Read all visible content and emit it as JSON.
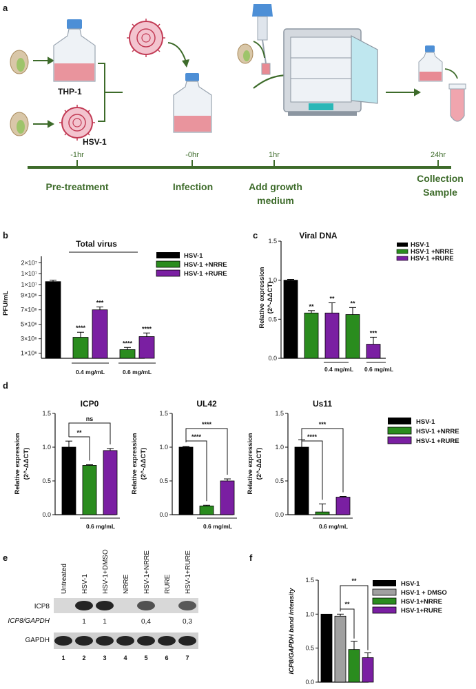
{
  "colors": {
    "hsv1": "#000000",
    "dmso": "#a0a0a0",
    "nrre": "#2a8c1e",
    "rure": "#7a1fa2",
    "timeline": "#3d6b2a",
    "flask_cap": "#4d8fd6",
    "virus": "#c23b55"
  },
  "panel_a": {
    "letter": "a",
    "cell_labels": [
      "THP-1",
      "HSV-1"
    ],
    "time_points": [
      "-1hr",
      "-0hr",
      "1hr",
      "24hr"
    ],
    "stages": [
      "Pre-treatment",
      "Infection",
      "Add growth",
      "medium",
      "Collection",
      "Sample"
    ],
    "icons": [
      "pistachio-icon",
      "flask-icon",
      "virus-icon",
      "pipette-icon",
      "incubator-icon",
      "tube-icon"
    ]
  },
  "legend": {
    "hsv1": "HSV-1",
    "nrre": "HSV-1 +NRRE",
    "rure": "HSV-1 +RURE",
    "nrre_f": "HSV-1+NRRE",
    "rure_f": "HSV-1+RURE",
    "dmso_f": "HSV-1 + DMSO"
  },
  "chart_data": [
    {
      "panel": "b",
      "type": "bar",
      "title": "Total virus",
      "ylabel": "PFU/mL",
      "ylim": [
        0,
        20000000
      ],
      "ytick_labels": [
        "1×10⁶",
        "3×10⁶",
        "5×10⁶",
        "7×10⁶",
        "9×10⁶",
        "1×10⁷",
        "1×10⁷",
        "2×10⁷"
      ],
      "groups": [
        "0.4 mg/mL",
        "0.6 mg/mL"
      ],
      "bars": [
        {
          "series": "HSV-1",
          "value": 10.9,
          "error": 0.2,
          "sig": ""
        },
        {
          "series": "HSV-1 +NRRE",
          "value": 3.2,
          "error": 0.7,
          "sig": "****"
        },
        {
          "series": "HSV-1 +RURE",
          "value": 7.0,
          "error": 0.4,
          "sig": "***"
        },
        {
          "series": "HSV-1 +NRRE",
          "value": 1.5,
          "error": 0.3,
          "sig": "****"
        },
        {
          "series": "HSV-1 +RURE",
          "value": 3.3,
          "error": 0.5,
          "sig": "****"
        }
      ]
    },
    {
      "panel": "c",
      "type": "bar",
      "title": "Viral DNA",
      "ylabel": "Relative expression",
      "ylabel2": "(2^-ΔΔCT)",
      "ylim": [
        0,
        1.5
      ],
      "yticks": [
        "0.0",
        "0.5",
        "1.0",
        "1.5"
      ],
      "groups": [
        "0.4 mg/mL",
        "0.6 mg/mL"
      ],
      "bars": [
        {
          "series": "HSV-1",
          "value": 1.0,
          "error": 0.01,
          "sig": ""
        },
        {
          "series": "HSV-1 +NRRE",
          "value": 0.58,
          "error": 0.03,
          "sig": "**"
        },
        {
          "series": "HSV-1 +RURE",
          "value": 0.58,
          "error": 0.13,
          "sig": "**"
        },
        {
          "series": "HSV-1 +NRRE",
          "value": 0.56,
          "error": 0.09,
          "sig": "**"
        },
        {
          "series": "HSV-1 +RURE",
          "value": 0.18,
          "error": 0.09,
          "sig": "***"
        }
      ]
    },
    {
      "panel": "d",
      "type": "bar",
      "title": "ICP0",
      "ylabel": "Relative expression",
      "ylabel2": "(2^-ΔΔCT)",
      "ylim": [
        0,
        1.5
      ],
      "yticks": [
        "0.0",
        "0.5",
        "1.0",
        "1.5"
      ],
      "group": "0.6 mg/mL",
      "bars": [
        {
          "series": "HSV-1",
          "value": 1.0,
          "error": 0.09
        },
        {
          "series": "HSV-1 +NRRE",
          "value": 0.73,
          "error": 0.01
        },
        {
          "series": "HSV-1 +RURE",
          "value": 0.95,
          "error": 0.03
        }
      ],
      "brackets": [
        {
          "from": 0,
          "to": 1,
          "label": "**"
        },
        {
          "from": 0,
          "to": 2,
          "label": "ns"
        }
      ]
    },
    {
      "panel": "d",
      "type": "bar",
      "title": "UL42",
      "ylabel": "Relative expression",
      "ylabel2": "(2^-ΔΔCT)",
      "ylim": [
        0,
        1.5
      ],
      "yticks": [
        "0.0",
        "0.5",
        "1.0",
        "1.5"
      ],
      "group": "0.6 mg/mL",
      "bars": [
        {
          "series": "HSV-1",
          "value": 1.0,
          "error": 0.01
        },
        {
          "series": "HSV-1 +NRRE",
          "value": 0.13,
          "error": 0.01
        },
        {
          "series": "HSV-1 +RURE",
          "value": 0.5,
          "error": 0.03
        }
      ],
      "brackets": [
        {
          "from": 0,
          "to": 1,
          "label": "****"
        },
        {
          "from": 0,
          "to": 2,
          "label": "****"
        }
      ]
    },
    {
      "panel": "d",
      "type": "bar",
      "title": "Us11",
      "ylabel": "Relative expression",
      "ylabel2": "(2^-ΔΔCT)",
      "ylim": [
        0,
        1.5
      ],
      "yticks": [
        "0.0",
        "0.5",
        "1.0",
        "1.5"
      ],
      "group": "0.6 mg/mL",
      "bars": [
        {
          "series": "HSV-1",
          "value": 1.0,
          "error": 0.11
        },
        {
          "series": "HSV-1 +NRRE",
          "value": 0.04,
          "error": 0.12
        },
        {
          "series": "HSV-1 +RURE",
          "value": 0.26,
          "error": 0.01
        }
      ],
      "brackets": [
        {
          "from": 0,
          "to": 1,
          "label": "****"
        },
        {
          "from": 0,
          "to": 2,
          "label": "***"
        }
      ]
    },
    {
      "panel": "f",
      "type": "bar",
      "ylabel": "ICP8/GAPDH band intensity",
      "ylim": [
        0,
        1.5
      ],
      "yticks": [
        "0.0",
        "0.5",
        "1.0",
        "1.5"
      ],
      "bars": [
        {
          "series": "HSV-1",
          "value": 1.0,
          "error": 0.0
        },
        {
          "series": "HSV-1 + DMSO",
          "value": 0.97,
          "error": 0.03
        },
        {
          "series": "HSV-1+NRRE",
          "value": 0.48,
          "error": 0.12
        },
        {
          "series": "HSV-1+RURE",
          "value": 0.36,
          "error": 0.07
        }
      ],
      "brackets": [
        {
          "from": 1,
          "to": 2,
          "label": "**"
        },
        {
          "from": 1,
          "to": 3,
          "label": "**"
        }
      ]
    }
  ],
  "panel_e": {
    "letter": "e",
    "lanes": [
      "Untreated",
      "HSV-1",
      "HSV-1+DMSO",
      "NRRE",
      "HSV-1+NRRE",
      "RURE",
      "HSV-1+RURE"
    ],
    "lane_numbers": [
      "1",
      "2",
      "3",
      "4",
      "5",
      "6",
      "7"
    ],
    "rows": [
      "ICP8",
      "ICP8/GAPDH",
      "GAPDH"
    ],
    "ratios": [
      "",
      "1",
      "1",
      "",
      "0,4",
      "",
      "0,3"
    ],
    "icp8_bands": [
      0,
      1,
      1,
      0,
      0.6,
      0,
      0.55
    ],
    "gapdh_bands": [
      1,
      1,
      1,
      1,
      1,
      1,
      1
    ]
  },
  "letters": [
    "b",
    "c",
    "d",
    "f"
  ]
}
